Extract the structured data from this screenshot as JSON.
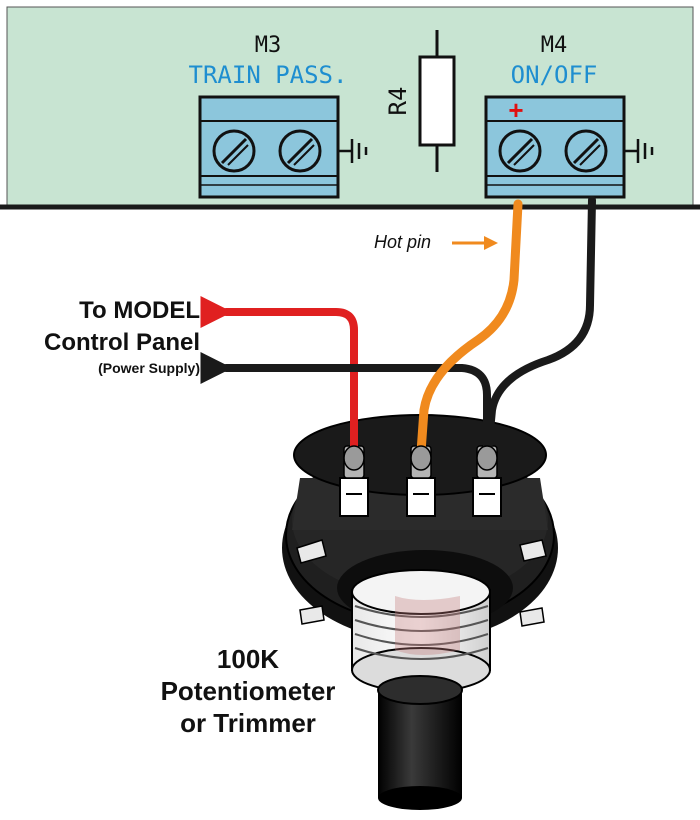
{
  "colors": {
    "board": "#c8e4d2",
    "terminal_block": "#8cc6dc",
    "blue_text": "#1e8ed0",
    "plus_red": "#e01010",
    "wire_red": "#e02020",
    "wire_orange": "#f08a1e",
    "wire_black": "#1a1a1a"
  },
  "connectors": {
    "m3": {
      "id": "M3",
      "label": "TRAIN PASS."
    },
    "m4": {
      "id": "M4",
      "label": "ON/OFF",
      "plus_sign": "+"
    }
  },
  "resistor": {
    "label": "R4"
  },
  "hot_pin_label": "Hot pin",
  "output": {
    "line1": "To MODEL",
    "line2": "Control Panel",
    "line3": "(Power Supply)"
  },
  "potentiometer": {
    "line1": "100K",
    "line2": "Potentiometer",
    "line3": "or Trimmer"
  },
  "icons": [
    "ground-icon",
    "screw-terminal-icon",
    "arrow-left-icon",
    "potentiometer-icon"
  ]
}
